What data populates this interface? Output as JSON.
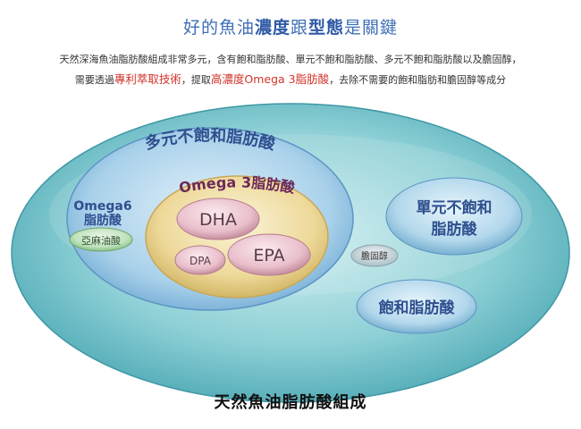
{
  "title": {
    "prefix": "好的魚油",
    "em1": "濃度",
    "mid": "跟",
    "em2": "型態",
    "suffix": "是關鍵"
  },
  "description": {
    "line1": "天然深海魚油脂肪酸組成非常多元，含有飽和脂肪酸、單元不飽和脂肪酸、多元不飽和脂肪酸以及膽固醇，",
    "line2_a": "需要透過",
    "line2_red1": "專利萃取技術",
    "line2_b": "，提取",
    "line2_red2": "高濃度Omega 3脂肪酸",
    "line2_c": "，去除不需要的飽和脂肪和膽固醇等成分"
  },
  "diagram": {
    "polyunsaturated": "多元不飽和脂肪酸",
    "omega6": "Omega6",
    "omega6_fatty_acid": "脂肪酸",
    "linoleic": "亞麻油酸",
    "omega3": "Omega 3脂肪酸",
    "dha": "DHA",
    "epa": "EPA",
    "dpa": "DPA",
    "cholesterol": "膽固醇",
    "monounsaturated_1": "單元不飽和",
    "monounsaturated_2": "脂肪酸",
    "saturated": "飽和脂肪酸"
  },
  "footer": "天然魚油脂肪酸組成"
}
